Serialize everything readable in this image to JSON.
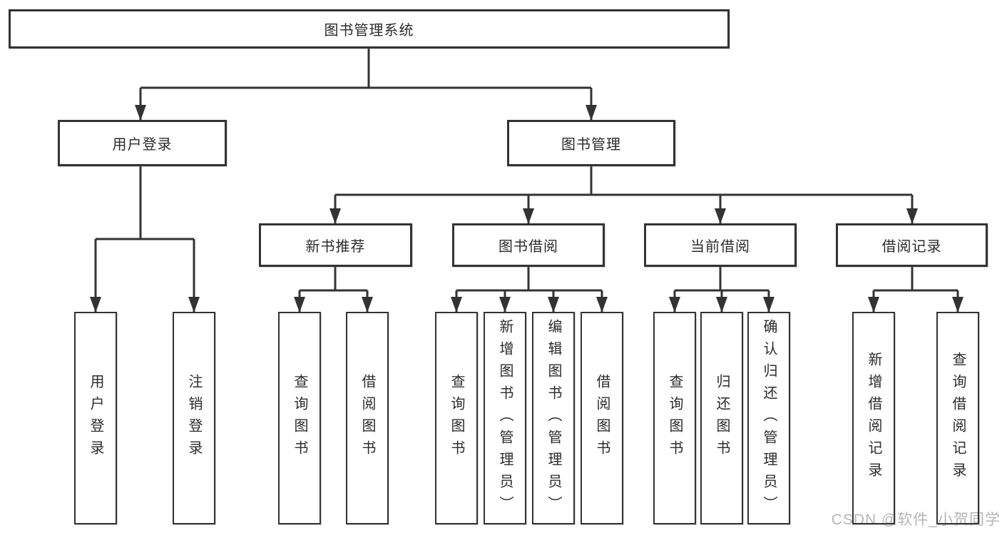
{
  "diagram": {
    "root": {
      "label": "图书管理系统"
    },
    "branches": [
      {
        "label": "用户登录",
        "children": [
          {
            "label": "用户登录"
          },
          {
            "label": "注销登录"
          }
        ]
      },
      {
        "label": "图书管理",
        "children": [
          {
            "label": "新书推荐",
            "children": [
              {
                "label": "查询图书"
              },
              {
                "label": "借阅图书"
              }
            ]
          },
          {
            "label": "图书借阅",
            "children": [
              {
                "label": "查询图书"
              },
              {
                "label": "新增图书（管理员）"
              },
              {
                "label": "编辑图书（管理员）"
              },
              {
                "label": "借阅图书"
              }
            ]
          },
          {
            "label": "当前借阅",
            "children": [
              {
                "label": "查询图书"
              },
              {
                "label": "归还图书"
              },
              {
                "label": "确认归还（管理员）"
              }
            ]
          },
          {
            "label": "借阅记录",
            "children": [
              {
                "label": "新增借阅记录"
              },
              {
                "label": "查询借阅记录"
              }
            ]
          }
        ]
      }
    ]
  },
  "watermark": {
    "text": "CSDN @软件_小贺同学"
  },
  "colors": {
    "line": "#333333",
    "text": "#2b2b2b",
    "box_background": "#ffffff",
    "page_background": "#ffffff",
    "watermark": "#b5b5b5"
  }
}
